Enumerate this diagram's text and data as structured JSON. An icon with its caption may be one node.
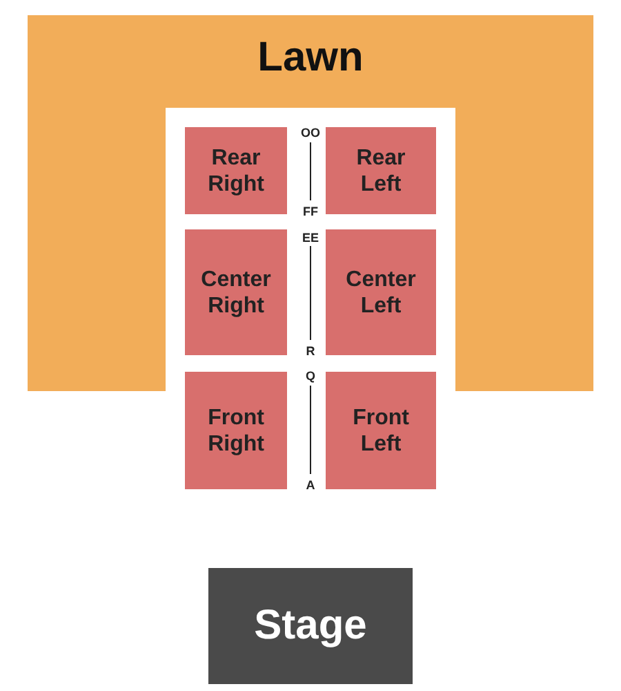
{
  "diagram": {
    "nodes": [
      {
        "text": [
          "Lawn"
        ]
      },
      {
        "text": [
          "Rear Right"
        ]
      },
      {
        "text": [
          "Rear Left"
        ]
      },
      {
        "text": [
          "Center Right"
        ]
      },
      {
        "text": [
          "Center Left"
        ]
      },
      {
        "text": [
          "Front Right"
        ]
      },
      {
        "text": [
          "Front Left"
        ]
      },
      {
        "text": [
          "Stage"
        ]
      }
    ],
    "labels": [
      "OO",
      "FF",
      "EE",
      "R",
      "Q",
      "A"
    ]
  }
}
